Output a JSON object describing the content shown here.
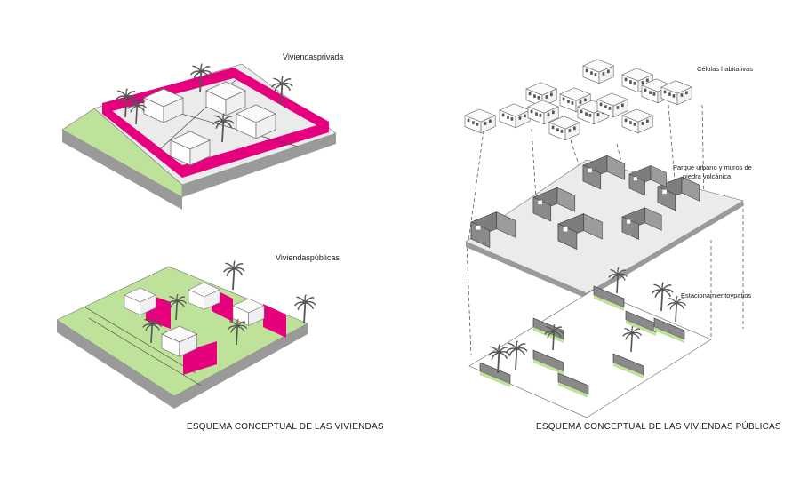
{
  "left": {
    "private_label": "Viviendasprivada",
    "public_label": "Viviendaspúblicas",
    "caption": "ESQUEMA CONCEPTUAL DE LAS VIVIENDAS"
  },
  "right": {
    "cells_label": "Células  habitativas",
    "park_label_line1": "Parque urbano y muros de",
    "park_label_line2": "piedra volcánica",
    "parking_label": "Estacionamientoypatios",
    "caption": "ESQUEMA CONCEPTUAL DE LAS VIVIENDAS PÚBLICAS"
  },
  "colors": {
    "magenta": "#e6007e",
    "grass": "#bfe29a",
    "slab_top": "#ebebeb",
    "slab_side": "#9a9a9a",
    "wall_grey": "#7d7d7d",
    "line": "#444444"
  }
}
